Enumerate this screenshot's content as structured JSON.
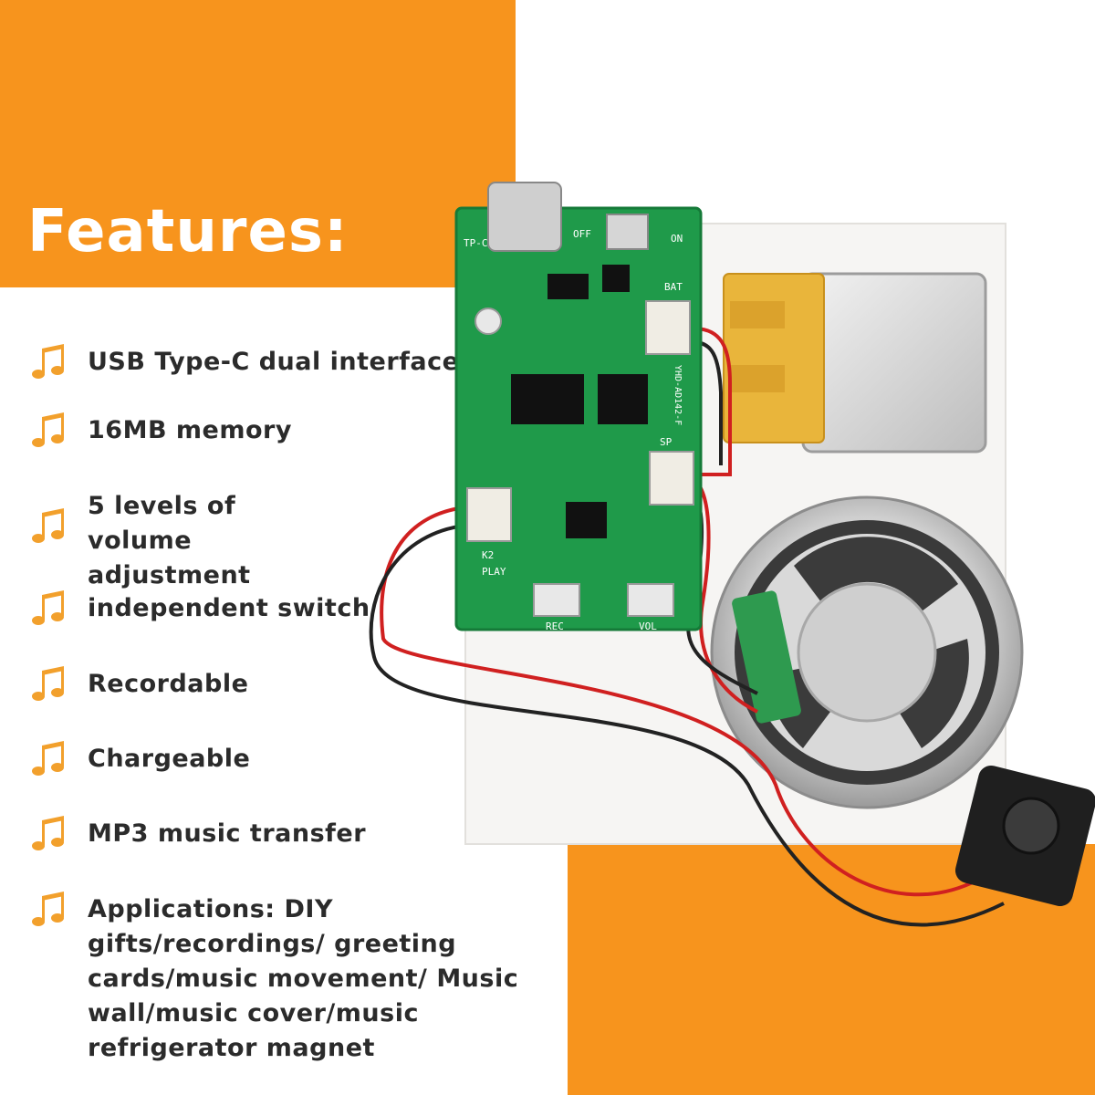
{
  "heading": "Features:",
  "features": [
    {
      "text": "USB Type-C dual interface",
      "icon": "music-note-icon"
    },
    {
      "text": "16MB memory",
      "icon": "music-note-icon"
    },
    {
      "text": "5 levels of volume adjustment",
      "icon": "music-note-icon"
    },
    {
      "text": "independent switch",
      "icon": "music-note-icon"
    },
    {
      "text": "Recordable",
      "icon": "music-note-icon"
    },
    {
      "text": "Chargeable",
      "icon": "music-note-icon"
    },
    {
      "text": "MP3 music transfer",
      "icon": "music-note-icon"
    },
    {
      "text": "Applications: DIY gifts/recordings/ greeting cards/music movement/ Music wall/music cover/music refrigerator magnet",
      "icon": "music-note-icon"
    }
  ],
  "board_labels": {
    "usb": "TP-C",
    "off": "OFF",
    "on": "ON",
    "bat": "BAT",
    "sp": "SP",
    "play": "PLAY",
    "rec": "REC",
    "vol": "VOL",
    "k2": "K2",
    "model": "YHD-AD142-F"
  },
  "colors": {
    "accent": "#f7941d",
    "pcb": "#1f9a4a",
    "text": "#2b2b2b"
  }
}
